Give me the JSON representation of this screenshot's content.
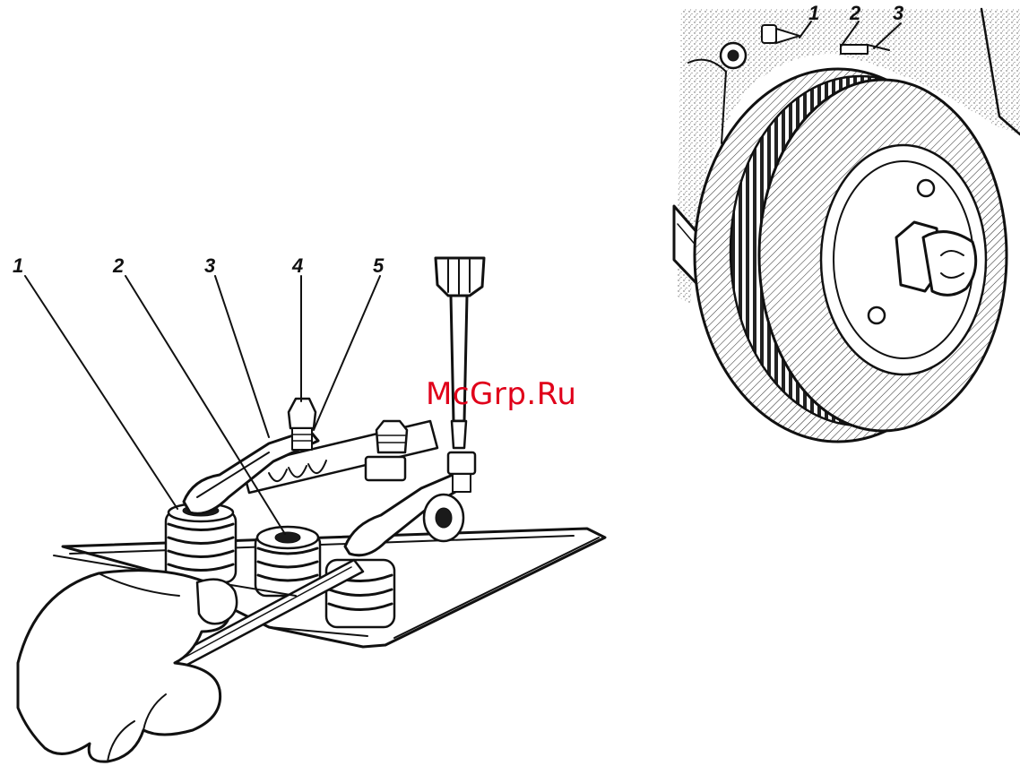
{
  "watermark": "McGrp.Ru",
  "left_figure": {
    "callouts": [
      "1",
      "2",
      "3",
      "4",
      "5"
    ]
  },
  "right_figure": {
    "callouts": [
      "1",
      "2",
      "3"
    ]
  },
  "colors": {
    "ink": "#111111",
    "watermark": "#e0001a",
    "background": "#ffffff"
  }
}
